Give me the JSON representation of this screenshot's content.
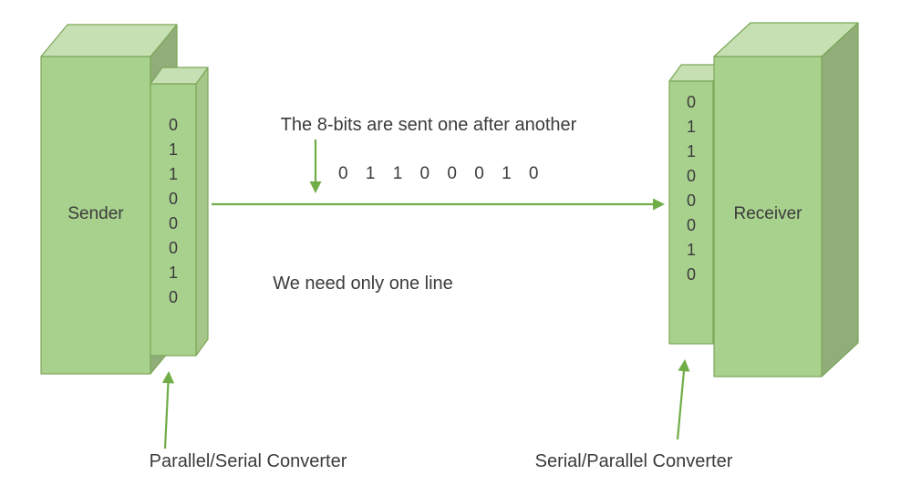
{
  "colors": {
    "box_front": "#a9d18e",
    "box_top": "#c6e0b4",
    "box_side": "#90ad7a",
    "box_side_light": "#a6c689",
    "box_stroke": "#7ba757",
    "arrow": "#70ad47",
    "text": "#3b3b3b",
    "background": "#ffffff"
  },
  "sender": {
    "label": "Sender"
  },
  "receiver": {
    "label": "Receiver"
  },
  "sender_converter": {
    "label": "Parallel/Serial Converter",
    "bits": [
      "0",
      "1",
      "1",
      "0",
      "0",
      "0",
      "1",
      "0"
    ]
  },
  "receiver_converter": {
    "label": "Serial/Parallel Converter",
    "bits": [
      "0",
      "1",
      "1",
      "0",
      "0",
      "0",
      "1",
      "0"
    ]
  },
  "channel": {
    "caption_top": "The 8-bits are sent one after another",
    "bits_inline": "0 1 1 0 0 0 1 0",
    "caption_bottom": "We need only one line"
  }
}
